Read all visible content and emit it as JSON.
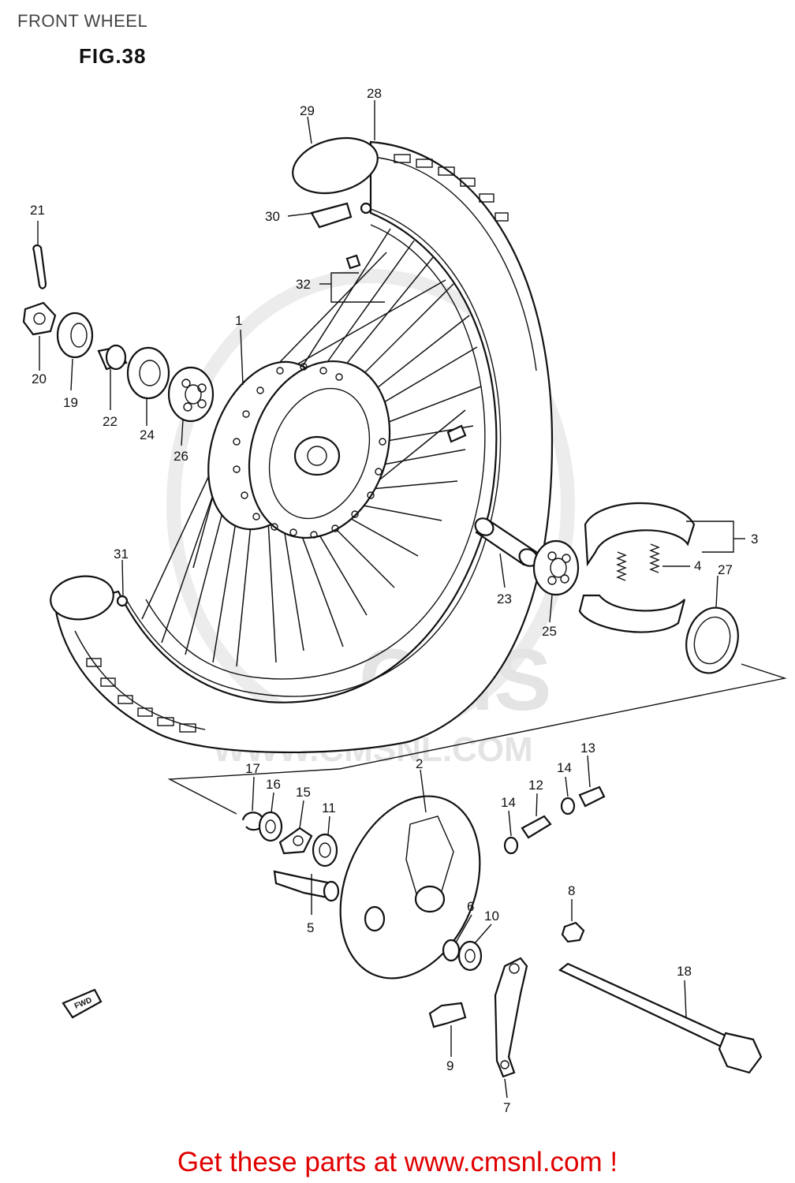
{
  "header": {
    "section_title": "FRONT WHEEL",
    "figure_label": "FIG.38"
  },
  "callouts": [
    "1",
    "2",
    "3",
    "4",
    "5",
    "6",
    "7",
    "8",
    "9",
    "10",
    "11",
    "12",
    "13",
    "14",
    "14",
    "15",
    "16",
    "17",
    "18",
    "19",
    "20",
    "21",
    "22",
    "23",
    "24",
    "25",
    "26",
    "27",
    "28",
    "29",
    "30",
    "31",
    "32"
  ],
  "watermark": {
    "brand": "CMS",
    "site": "WWW.CMSNL.COM"
  },
  "fwd_marker": "FWD",
  "footer": {
    "text": "Get these parts at www.cmsnl.com !"
  },
  "colors": {
    "footer": "#e00000",
    "lines": "#111111",
    "watermark": "#e4e4e4"
  }
}
